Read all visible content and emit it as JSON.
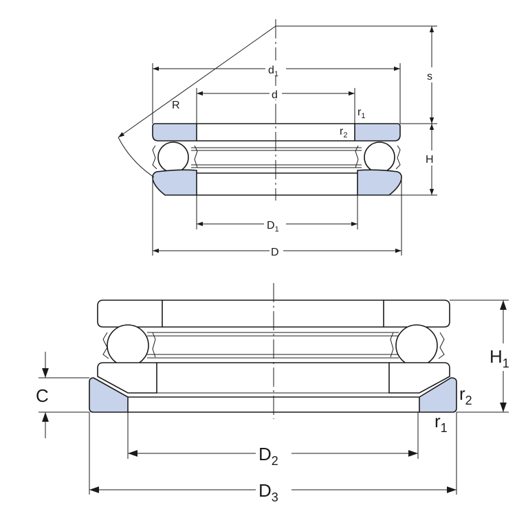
{
  "top_view": {
    "labels": {
      "d1": {
        "main": "d",
        "sub": "1"
      },
      "d": {
        "main": "d",
        "sub": ""
      },
      "R": {
        "main": "R",
        "sub": ""
      },
      "r1": {
        "main": "r",
        "sub": "1"
      },
      "r2": {
        "main": "r",
        "sub": "2"
      },
      "s": {
        "main": "s",
        "sub": ""
      },
      "H": {
        "main": "H",
        "sub": ""
      },
      "D1": {
        "main": "D",
        "sub": "1"
      },
      "D": {
        "main": "D",
        "sub": ""
      }
    }
  },
  "bottom_view": {
    "labels": {
      "C": {
        "main": "C",
        "sub": ""
      },
      "H1": {
        "main": "H",
        "sub": "1"
      },
      "r2": {
        "main": "r",
        "sub": "2"
      },
      "r1": {
        "main": "r",
        "sub": "1"
      },
      "D2": {
        "main": "D",
        "sub": "2"
      },
      "D3": {
        "main": "D",
        "sub": "3"
      }
    }
  },
  "colors": {
    "housing_washer_fill": "#c6d3ea",
    "line": "#1a1a1a",
    "background": "#ffffff"
  }
}
